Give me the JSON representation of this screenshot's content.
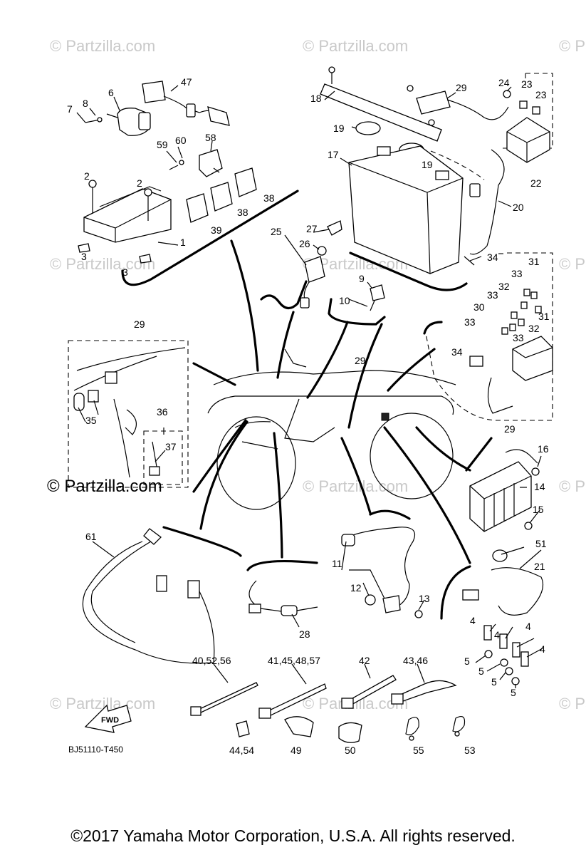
{
  "diagram": {
    "code": "BJ51110-T450",
    "fwd_label": "FWD",
    "watermark": "© Partzilla.com",
    "callouts": [
      {
        "id": "1",
        "text": "1"
      },
      {
        "id": "2a",
        "text": "2"
      },
      {
        "id": "2b",
        "text": "2"
      },
      {
        "id": "3a",
        "text": "3"
      },
      {
        "id": "3b",
        "text": "3"
      },
      {
        "id": "4a",
        "text": "4"
      },
      {
        "id": "4b",
        "text": "4"
      },
      {
        "id": "4c",
        "text": "4"
      },
      {
        "id": "4d",
        "text": "4"
      },
      {
        "id": "5a",
        "text": "5"
      },
      {
        "id": "5b",
        "text": "5"
      },
      {
        "id": "5c",
        "text": "5"
      },
      {
        "id": "5d",
        "text": "5"
      },
      {
        "id": "6",
        "text": "6"
      },
      {
        "id": "7",
        "text": "7"
      },
      {
        "id": "8",
        "text": "8"
      },
      {
        "id": "9",
        "text": "9"
      },
      {
        "id": "10",
        "text": "10"
      },
      {
        "id": "11",
        "text": "11"
      },
      {
        "id": "12",
        "text": "12"
      },
      {
        "id": "13",
        "text": "13"
      },
      {
        "id": "14",
        "text": "14"
      },
      {
        "id": "15",
        "text": "15"
      },
      {
        "id": "16",
        "text": "16"
      },
      {
        "id": "17",
        "text": "17"
      },
      {
        "id": "18",
        "text": "18"
      },
      {
        "id": "19a",
        "text": "19"
      },
      {
        "id": "19b",
        "text": "19"
      },
      {
        "id": "20",
        "text": "20"
      },
      {
        "id": "21",
        "text": "21"
      },
      {
        "id": "22",
        "text": "22"
      },
      {
        "id": "23a",
        "text": "23"
      },
      {
        "id": "23b",
        "text": "23"
      },
      {
        "id": "24",
        "text": "24"
      },
      {
        "id": "25",
        "text": "25"
      },
      {
        "id": "26",
        "text": "26"
      },
      {
        "id": "27",
        "text": "27"
      },
      {
        "id": "28",
        "text": "28"
      },
      {
        "id": "29a",
        "text": "29"
      },
      {
        "id": "29b",
        "text": "29"
      },
      {
        "id": "29c",
        "text": "29"
      },
      {
        "id": "29d",
        "text": "29"
      },
      {
        "id": "30",
        "text": "30"
      },
      {
        "id": "31a",
        "text": "31"
      },
      {
        "id": "31b",
        "text": "31"
      },
      {
        "id": "32a",
        "text": "32"
      },
      {
        "id": "32b",
        "text": "32"
      },
      {
        "id": "33a",
        "text": "33"
      },
      {
        "id": "33b",
        "text": "33"
      },
      {
        "id": "33c",
        "text": "33"
      },
      {
        "id": "33d",
        "text": "33"
      },
      {
        "id": "34a",
        "text": "34"
      },
      {
        "id": "34b",
        "text": "34"
      },
      {
        "id": "35",
        "text": "35"
      },
      {
        "id": "36",
        "text": "36"
      },
      {
        "id": "37",
        "text": "37"
      },
      {
        "id": "38a",
        "text": "38"
      },
      {
        "id": "38b",
        "text": "38"
      },
      {
        "id": "39",
        "text": "39"
      },
      {
        "id": "40",
        "text": "40,52,56"
      },
      {
        "id": "41",
        "text": "41,45,48,57"
      },
      {
        "id": "42",
        "text": "42"
      },
      {
        "id": "43",
        "text": "43,46"
      },
      {
        "id": "44",
        "text": "44,54"
      },
      {
        "id": "47",
        "text": "47"
      },
      {
        "id": "49",
        "text": "49"
      },
      {
        "id": "50",
        "text": "50"
      },
      {
        "id": "51",
        "text": "51"
      },
      {
        "id": "53",
        "text": "53"
      },
      {
        "id": "55",
        "text": "55"
      },
      {
        "id": "58",
        "text": "58"
      },
      {
        "id": "59",
        "text": "59"
      },
      {
        "id": "60",
        "text": "60"
      },
      {
        "id": "61",
        "text": "61"
      }
    ]
  },
  "footer": {
    "copyright": "©2017  Yamaha Motor Corporation, U.S.A. All rights reserved."
  }
}
